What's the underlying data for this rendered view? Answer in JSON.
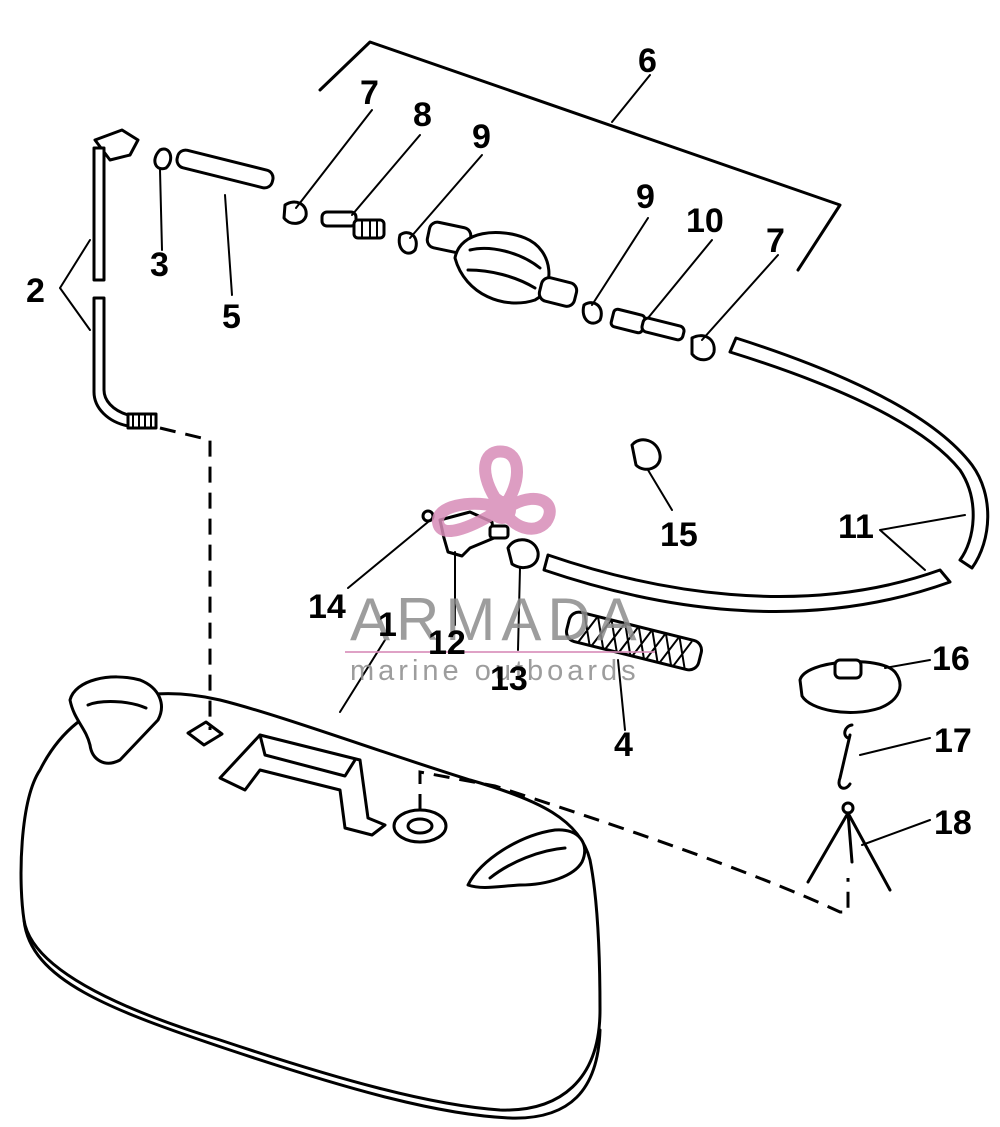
{
  "diagram": {
    "labels": [
      {
        "id": "1",
        "text": "1"
      },
      {
        "id": "2",
        "text": "2"
      },
      {
        "id": "3",
        "text": "3"
      },
      {
        "id": "4",
        "text": "4"
      },
      {
        "id": "5",
        "text": "5"
      },
      {
        "id": "6",
        "text": "6"
      },
      {
        "id": "7a",
        "text": "7"
      },
      {
        "id": "7b",
        "text": "7"
      },
      {
        "id": "8",
        "text": "8"
      },
      {
        "id": "9a",
        "text": "9"
      },
      {
        "id": "9b",
        "text": "9"
      },
      {
        "id": "10",
        "text": "10"
      },
      {
        "id": "11",
        "text": "11"
      },
      {
        "id": "12",
        "text": "12"
      },
      {
        "id": "13",
        "text": "13"
      },
      {
        "id": "14",
        "text": "14"
      },
      {
        "id": "15",
        "text": "15"
      },
      {
        "id": "16",
        "text": "16"
      },
      {
        "id": "17",
        "text": "17"
      },
      {
        "id": "18",
        "text": "18"
      }
    ]
  },
  "watermark": {
    "title": "ARMADA",
    "subtitle": "marine outboards",
    "logo_color": "#d88cb8",
    "text_color": "#8c8c8c"
  },
  "colors": {
    "line": "#000000",
    "background": "#ffffff"
  }
}
